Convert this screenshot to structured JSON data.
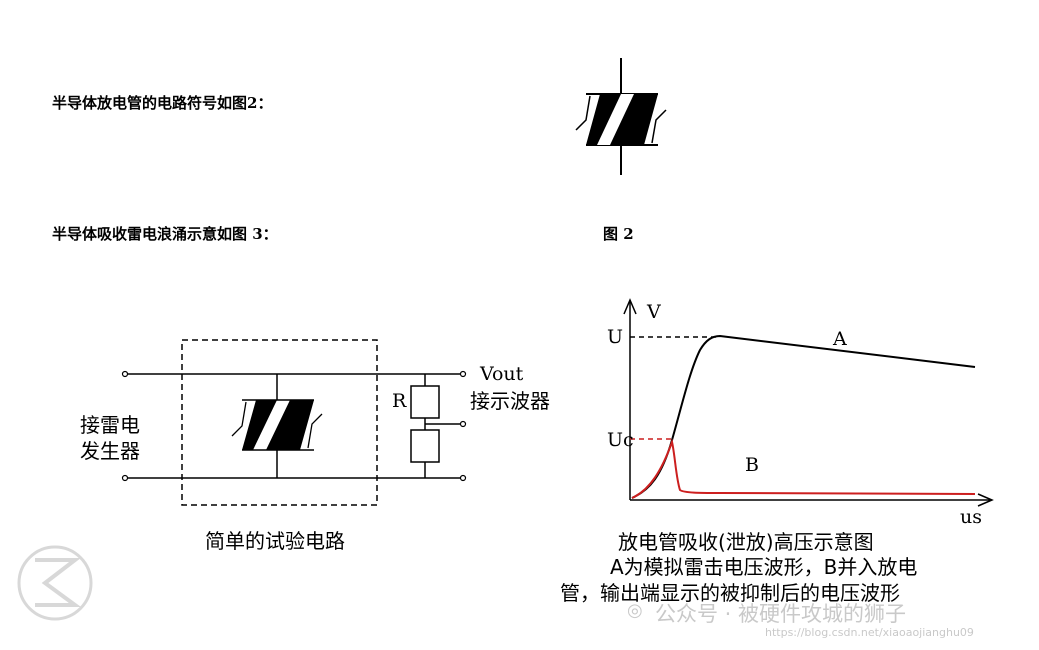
{
  "intro": {
    "symbol_caption": "半导体放电管的电路符号如图2：",
    "surge_caption": "半导体吸收雷电浪涌示意如图 3：",
    "figure_label": "图 2"
  },
  "test_circuit": {
    "generator_line1": "接雷电",
    "generator_line2": "发生器",
    "resistor_label": "R",
    "vout_label": "Vout",
    "scope_label": "接示波器",
    "caption": "简单的试验电路"
  },
  "waveform": {
    "v_axis_label": "V",
    "u_label": "U",
    "uc_label": "Uc",
    "curve_a_label": "A",
    "curve_b_label": "B",
    "x_axis_label": "us",
    "caption_title": "放电管吸收(泄放)高压示意图",
    "caption_line2": "A为模拟雷击电压波形，B并入放电",
    "caption_line3": "管，输出端显示的被抑制后的电压波形",
    "colors": {
      "curve_a": "#000000",
      "curve_b": "#cc1f1f",
      "dashed_u": "#000000",
      "dashed_uc": "#cc1f1f"
    }
  },
  "watermark": {
    "account": "公众号 · 被硬件攻城的狮子",
    "url": "https://blog.csdn.net/xiaoaojianghu09",
    "icon": "wechat-icon"
  }
}
